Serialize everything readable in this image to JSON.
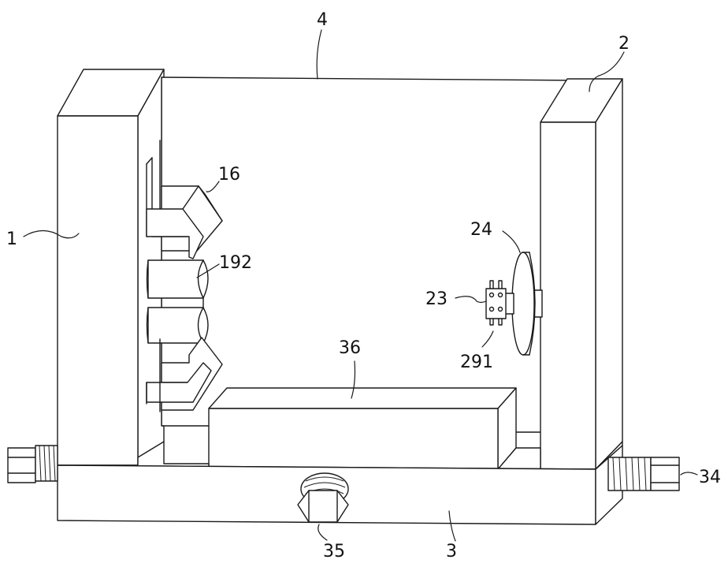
{
  "labels": {
    "frame_left": "1",
    "frame_right": "2",
    "base": "3",
    "back_plate": "4",
    "part_16": "16",
    "part_192": "192",
    "part_24": "24",
    "part_23": "23",
    "part_291": "291",
    "part_36": "36",
    "part_34": "34",
    "part_35": "35"
  }
}
